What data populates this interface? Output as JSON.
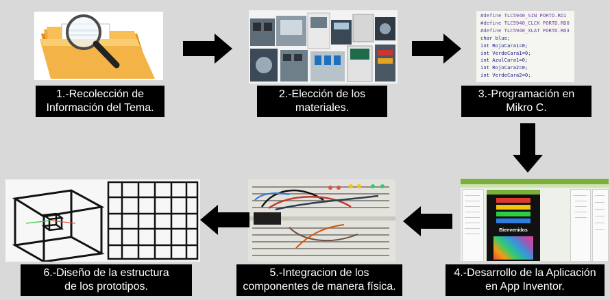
{
  "steps": [
    {
      "label_line1": "1.-Recolección de",
      "label_line2": "Información del Tema."
    },
    {
      "label_line1": "2.-Elección de los",
      "label_line2": "materiales."
    },
    {
      "label_line1": "3.-Programación en",
      "label_line2": "Mikro C."
    },
    {
      "label_line1": "4.-Desarrollo de la Aplicación",
      "label_line2": "en App Inventor."
    },
    {
      "label_line1": "5.-Integracion de los",
      "label_line2": "componentes de manera física."
    },
    {
      "label_line1": "6.-Diseño de la estructura",
      "label_line2": "de los prototipos."
    }
  ],
  "code_lines": [
    "#define TLC5940_SIN PORTD.RD1",
    " #define TLC5940_CLCK PORTD.RD0",
    " #define TLC5940_XLAT PORTD.RD3",
    "char blue;",
    "int RojoCara1=0;",
    "int VerdeCara1=0;",
    "int AzulCara1=0;",
    "int RojoCara2=0;",
    "int VerdeCara2=0;"
  ],
  "app_screen_title": "Bienvenidos",
  "colors": {
    "background": "#d9d9d9",
    "label_bg": "#000000",
    "label_text": "#ffffff",
    "arrow": "#000000"
  }
}
